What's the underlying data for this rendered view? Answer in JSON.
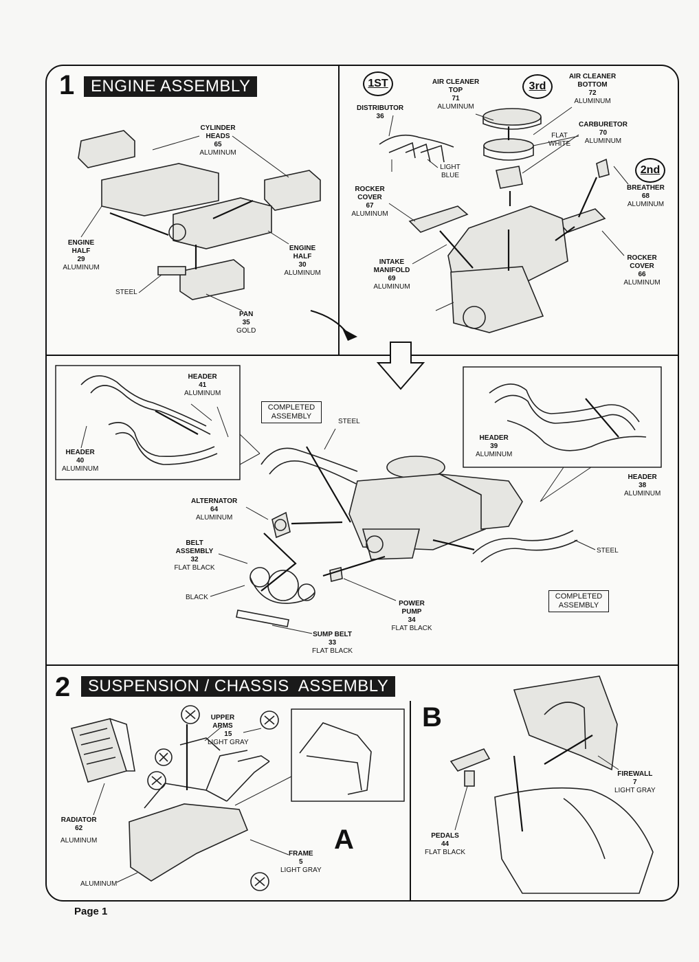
{
  "page": {
    "number_label": "Page 1"
  },
  "step1": {
    "number": "1",
    "title": "ENGINE ASSEMBLY",
    "labels": {
      "cylinder_heads": {
        "name": "CYLINDER HEADS",
        "num": "65",
        "color": "ALUMINUM"
      },
      "engine_half_29": {
        "name": "ENGINE HALF",
        "num": "29",
        "color": "ALUMINUM"
      },
      "engine_half_30": {
        "name": "ENGINE HALF",
        "num": "30",
        "color": "ALUMINUM"
      },
      "steel": "STEEL",
      "pan": {
        "name": "PAN",
        "num": "35",
        "color": "GOLD"
      },
      "air_cleaner_top": {
        "name": "AIR CLEANER TOP",
        "num": "71",
        "color": "ALUMINUM"
      },
      "air_cleaner_bottom": {
        "name": "AIR CLEANER BOTTOM",
        "num": "72",
        "color": "ALUMINUM"
      },
      "distributor": {
        "name": "DISTRIBUTOR",
        "num": "36"
      },
      "flat_white": "FLAT WHITE",
      "carburetor": {
        "name": "CARBURETOR",
        "num": "70",
        "color": "ALUMINUM"
      },
      "light_blue": "LIGHT BLUE",
      "breather": {
        "name": "BREATHER",
        "num": "68",
        "color": "ALUMINUM"
      },
      "rocker_cover_67": {
        "name": "ROCKER COVER",
        "num": "67",
        "color": "ALUMINUM"
      },
      "intake_manifold": {
        "name": "INTAKE MANIFOLD",
        "num": "69",
        "color": "ALUMINUM"
      },
      "rocker_cover_66": {
        "name": "ROCKER COVER",
        "num": "66",
        "color": "ALUMINUM"
      }
    },
    "order_marks": {
      "first": "1ST",
      "second": "2nd",
      "third": "3rd"
    }
  },
  "headers": {
    "header_41": {
      "name": "HEADER",
      "num": "41",
      "color": "ALUMINUM"
    },
    "header_40": {
      "name": "HEADER",
      "num": "40",
      "color": "ALUMINUM"
    },
    "header_39": {
      "name": "HEADER",
      "num": "39",
      "color": "ALUMINUM"
    },
    "header_38": {
      "name": "HEADER",
      "num": "38",
      "color": "ALUMINUM"
    },
    "completed_assembly": "COMPLETED ASSEMBLY",
    "steel_top": "STEEL",
    "steel_right": "STEEL",
    "alternator": {
      "name": "ALTERNATOR",
      "num": "64",
      "color": "ALUMINUM"
    },
    "belt_assembly": {
      "name": "BELT ASSEMBLY",
      "num": "32",
      "color": "FLAT BLACK"
    },
    "black": "BLACK",
    "power_pump": {
      "name": "POWER PUMP",
      "num": "34",
      "color": "FLAT BLACK"
    },
    "sump_belt": {
      "name": "SUMP BELT",
      "num": "33",
      "color": "FLAT BLACK"
    }
  },
  "step2": {
    "number": "2",
    "title": "SUSPENSION / CHASSIS  ASSEMBLY",
    "upper_arms": {
      "name": "UPPER ARMS",
      "num": "15",
      "color": "LIGHT GRAY"
    },
    "radiator": {
      "name": "RADIATOR",
      "num": "62",
      "color": "ALUMINUM"
    },
    "aluminum_bottom": "ALUMINUM",
    "frame": {
      "name": "FRAME",
      "num": "5",
      "color": "LIGHT GRAY"
    },
    "letter_a": "A",
    "letter_b": "B",
    "firewall": {
      "name": "FIREWALL",
      "num": "7",
      "color": "LIGHT GRAY"
    },
    "pedals": {
      "name": "PEDALS",
      "num": "44",
      "color": "FLAT BLACK"
    }
  }
}
